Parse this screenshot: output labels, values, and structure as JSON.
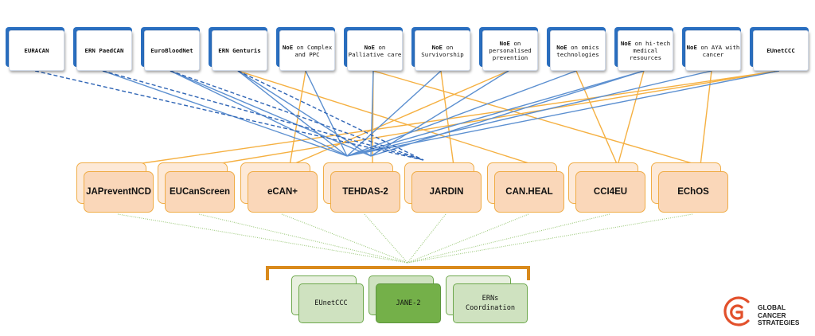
{
  "top_row": [
    {
      "id": "euracan",
      "label": "EURACAN"
    },
    {
      "id": "ern-paedcan",
      "label": "ERN PaedCAN"
    },
    {
      "id": "euroblood",
      "label": "EuroBloodNet"
    },
    {
      "id": "ern-genturis",
      "label": "ERN Genturis"
    },
    {
      "id": "noe-complex",
      "label": "NoE on Complex and PPC",
      "bold": "NoE",
      "rest": "on Complex and PPC"
    },
    {
      "id": "noe-palliative",
      "label": "NoE on Palliative care",
      "bold": "NoE",
      "rest": "on Palliative care"
    },
    {
      "id": "noe-survivorship",
      "label": "NoE on Survivorship",
      "bold": "NoE",
      "rest": "on Survivorship"
    },
    {
      "id": "noe-prevention",
      "label": "NoE on personalised prevention",
      "bold": "NoE",
      "rest": "on personalised prevention"
    },
    {
      "id": "noe-omics",
      "label": "NoE on omics technologies",
      "bold": "NoE",
      "rest": "on omics technologies"
    },
    {
      "id": "noe-hitech",
      "label": "NoE on hi-tech medical resources",
      "bold": "NoE",
      "rest": "on hi-tech medical resources"
    },
    {
      "id": "noe-aya",
      "label": "NoE on AYA with cancer",
      "bold": "NoE",
      "rest": "on AYA with cancer"
    },
    {
      "id": "eunetccc-top",
      "label": "EUnetCCC"
    }
  ],
  "middle_row": [
    {
      "id": "japrevent",
      "label": "JAPreventNCD"
    },
    {
      "id": "eucanscreen",
      "label": "EUCanScreen"
    },
    {
      "id": "ecan",
      "label": "eCAN+"
    },
    {
      "id": "tehdas",
      "label": "TEHDAS-2"
    },
    {
      "id": "jardin",
      "label": "JARDIN"
    },
    {
      "id": "canheal",
      "label": "CAN.HEAL"
    },
    {
      "id": "cci4eu",
      "label": "CCI4EU"
    },
    {
      "id": "echos",
      "label": "EChOS"
    }
  ],
  "bottom_row": [
    {
      "id": "eunetccc-bottom",
      "label": "EUnetCCC"
    },
    {
      "id": "jane2",
      "label": "JANE-2",
      "primary": true
    },
    {
      "id": "erns-coord",
      "label": "ERNs Coordination"
    }
  ],
  "logo": {
    "lines": [
      "GLOBAL",
      "CANCER",
      "STRATEGIES"
    ],
    "color": "#e2502b"
  },
  "colors": {
    "blue": "#5b8fd0",
    "blue_dash": "#2e64b5",
    "orange": "#f5b041",
    "green": "#9cc97a",
    "bracket": "#d98a1c"
  }
}
